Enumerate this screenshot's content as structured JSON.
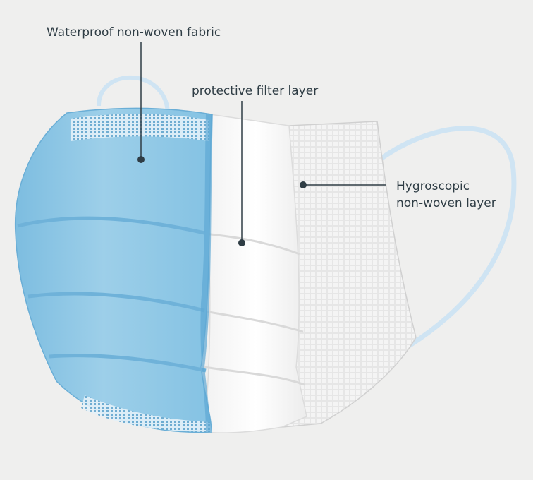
{
  "callouts": {
    "outer_layer": {
      "lines": [
        "Waterproof non-woven fabric"
      ]
    },
    "filter_layer": {
      "lines": [
        "protective filter layer"
      ]
    },
    "inner_layer": {
      "lines": [
        "Hygroscopic",
        "non-woven layer"
      ]
    }
  },
  "colors": {
    "background": "#efefee",
    "outer_layer_blue": "#8fc6e4",
    "filter_layer_white": "#fafafa",
    "inner_layer_grey": "#e2e2e2",
    "ear_loop": "#cfe4f3",
    "callout_ink": "#2f3d45"
  }
}
